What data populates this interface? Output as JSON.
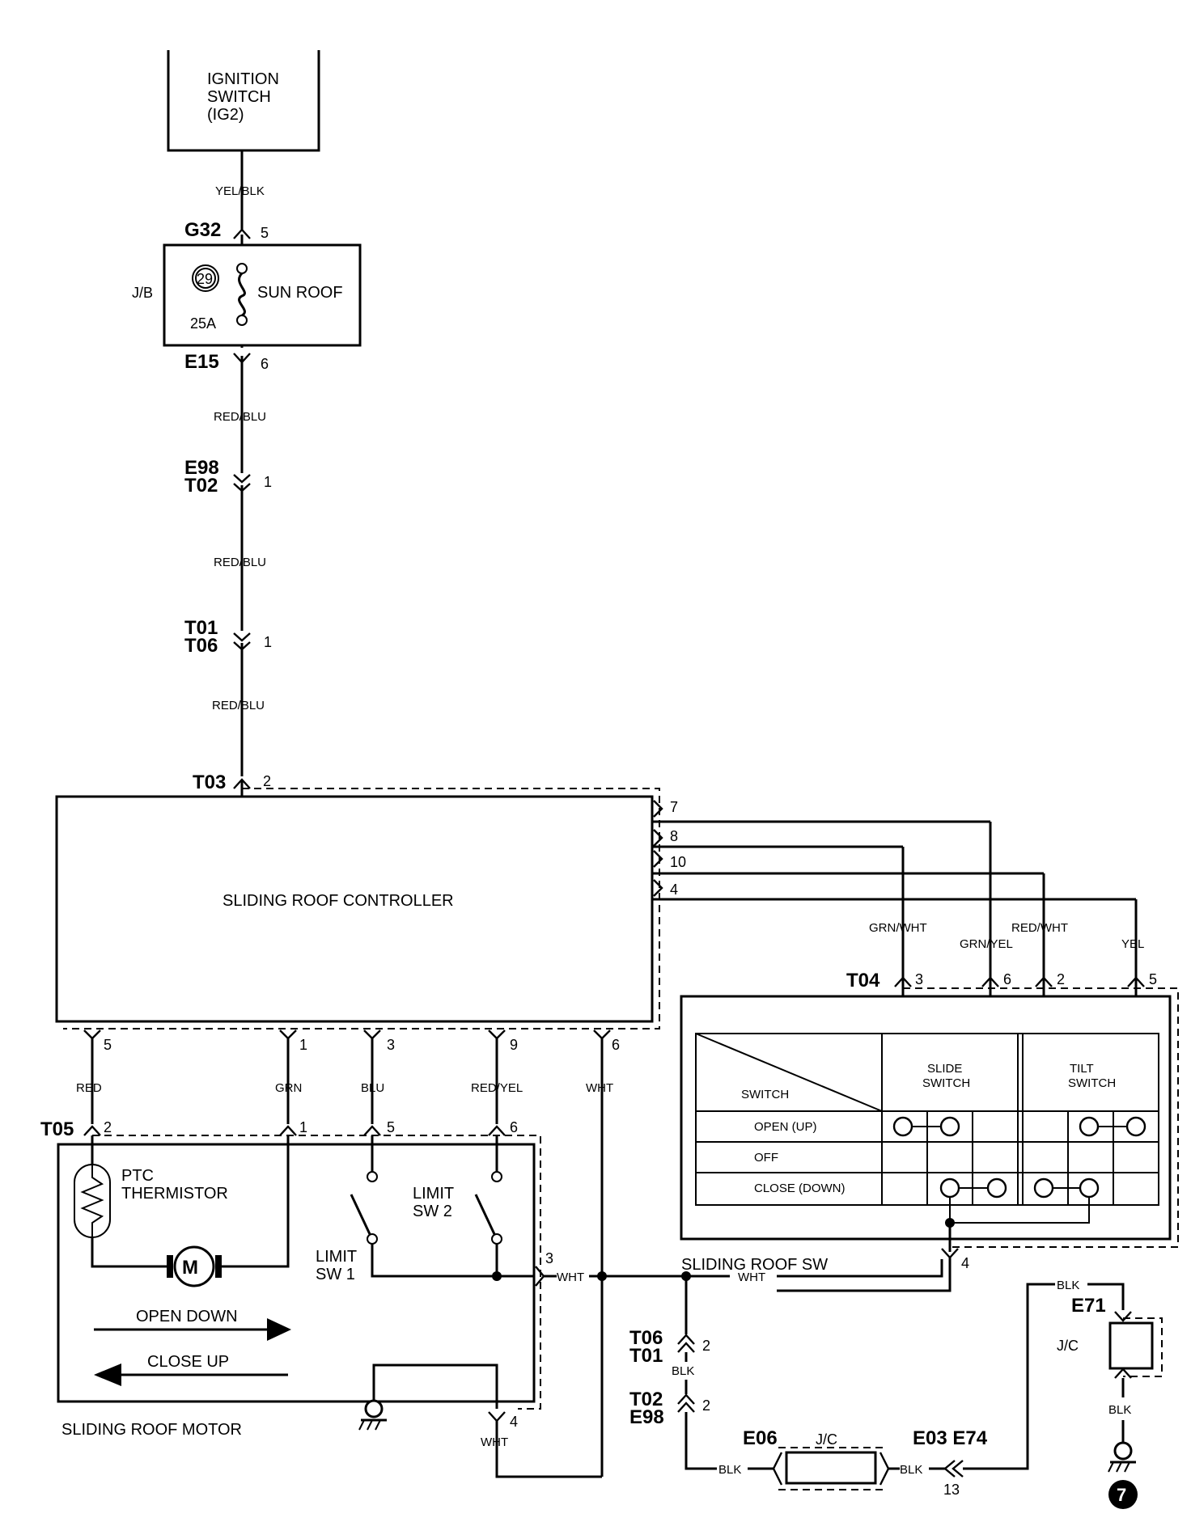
{
  "ignition": {
    "line1": "IGNITION",
    "line2": "SWITCH",
    "line3": "(IG2)"
  },
  "wires": {
    "yel_blk": "YEL/BLK",
    "red_blu": "RED/BLU",
    "red": "RED",
    "grn": "GRN",
    "blu": "BLU",
    "red_yel": "RED/YEL",
    "wht": "WHT",
    "grn_wht": "GRN/WHT",
    "grn_yel": "GRN/YEL",
    "red_wht": "RED/WHT",
    "yel": "YEL",
    "blk": "BLK"
  },
  "junction_block": {
    "label": "J/B",
    "fuse_number": "29",
    "fuse_name": "SUN ROOF",
    "rating": "25A"
  },
  "connectors": {
    "g32": "G32",
    "e15": "E15",
    "e98": "E98",
    "t02": "T02",
    "t01": "T01",
    "t06": "T06",
    "t03": "T03",
    "t04": "T04",
    "t05": "T05",
    "e71": "E71",
    "e06": "E06",
    "e03_e74": "E03 E74"
  },
  "pins": {
    "g32": "5",
    "e15": "6",
    "e98_t02": "1",
    "t01_t06": "1",
    "t03": "2",
    "ctrl_right": [
      "7",
      "8",
      "10",
      "4"
    ],
    "ctrl_bottom": [
      "5",
      "1",
      "3",
      "9",
      "6"
    ],
    "t04": [
      "3",
      "6",
      "2",
      "5"
    ],
    "t05": [
      "2",
      "1",
      "5",
      "6"
    ],
    "motor_3": "3",
    "motor_4": "4",
    "sw_4": "4",
    "t06_t01": "2",
    "t02_e98": "2",
    "e03_pin": "13"
  },
  "controller": {
    "name": "SLIDING ROOF CONTROLLER"
  },
  "motor": {
    "name": "SLIDING ROOF MOTOR",
    "ptc_line1": "PTC",
    "ptc_line2": "THERMISTOR",
    "motor_symbol": "M",
    "limit_sw1_line1": "LIMIT",
    "limit_sw1_line2": "SW 1",
    "limit_sw2_line1": "LIMIT",
    "limit_sw2_line2": "SW 2",
    "open_down": "OPEN DOWN",
    "close_up": "CLOSE UP"
  },
  "roof_switch": {
    "name": "SLIDING ROOF SW",
    "table_corner": "SWITCH",
    "col1_line1": "SLIDE",
    "col1_line2": "SWITCH",
    "col2_line1": "TILT",
    "col2_line2": "SWITCH",
    "rows": [
      "OPEN (UP)",
      "OFF",
      "CLOSE (DOWN)"
    ]
  },
  "jc_label": "J/C",
  "ground_number": "7"
}
